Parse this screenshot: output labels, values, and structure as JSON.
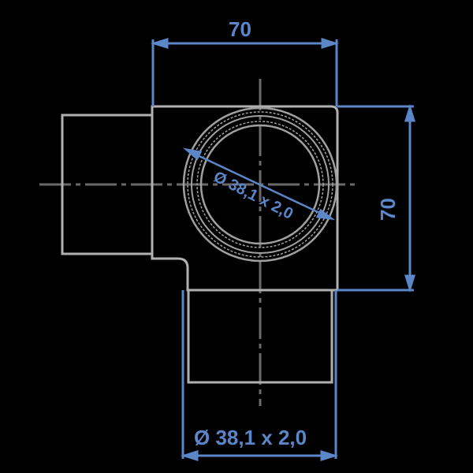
{
  "drawing": {
    "type": "technical drawing - 3-way pipe tee connector (top view)",
    "background_color": "#000000",
    "line_color": "#9a9a9a",
    "dimension_color": "#5b86c8",
    "dimensions": {
      "top_width": "70",
      "right_height": "70",
      "bore_diameter": "Ø 38,1 x 2,0",
      "bottom_tube": "Ø 38,1 x 2,0"
    }
  }
}
